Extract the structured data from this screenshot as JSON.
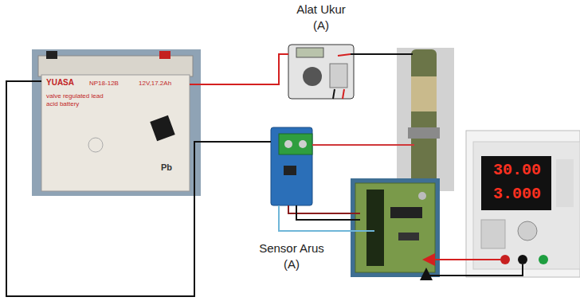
{
  "diagram": {
    "nodes": [
      {
        "text": [
          "YUASA",
          "NP18-12B",
          "12V,17.2Ah",
          "valve regulated lead acid battery",
          "Pb"
        ]
      },
      {
        "text": [
          "Alat Ukur (A)"
        ]
      },
      {
        "text": [
          "Sensor Arus (A)"
        ]
      },
      {
        "text": [
          "30.00",
          "3.000"
        ]
      }
    ],
    "edges": [
      {
        "from": 0,
        "to": 1,
        "arrow": "none"
      },
      {
        "from": 0,
        "to": 2,
        "arrow": "none"
      }
    ]
  }
}
